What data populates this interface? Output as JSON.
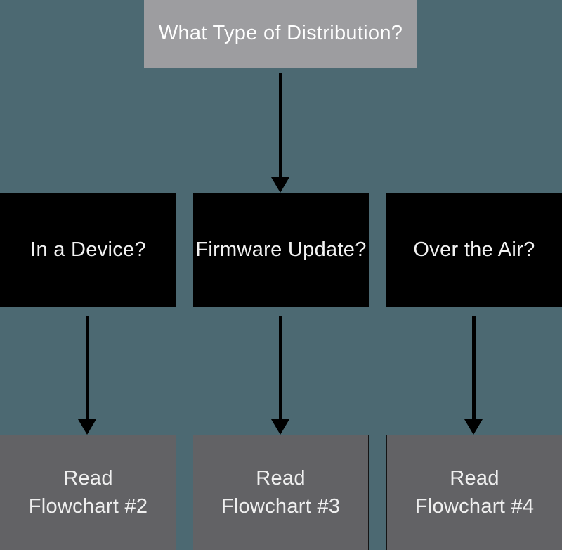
{
  "flowchart": {
    "title_node": {
      "label": "What Type of Distribution?"
    },
    "decisions": [
      {
        "label": "In a Device?"
      },
      {
        "label": "Firmware Update?"
      },
      {
        "label": "Over the Air?"
      }
    ],
    "results": [
      {
        "line1": "Read",
        "line2": "Flowchart #2"
      },
      {
        "line1": "Read",
        "line2": "Flowchart #3"
      },
      {
        "line1": "Read",
        "line2": "Flowchart #4"
      }
    ],
    "colors": {
      "background": "#4C6972",
      "root_box": "#9D9DA0",
      "decision_box": "#000000",
      "result_box": "#626265",
      "text": "#FFFFFF",
      "arrow": "#000000"
    }
  }
}
